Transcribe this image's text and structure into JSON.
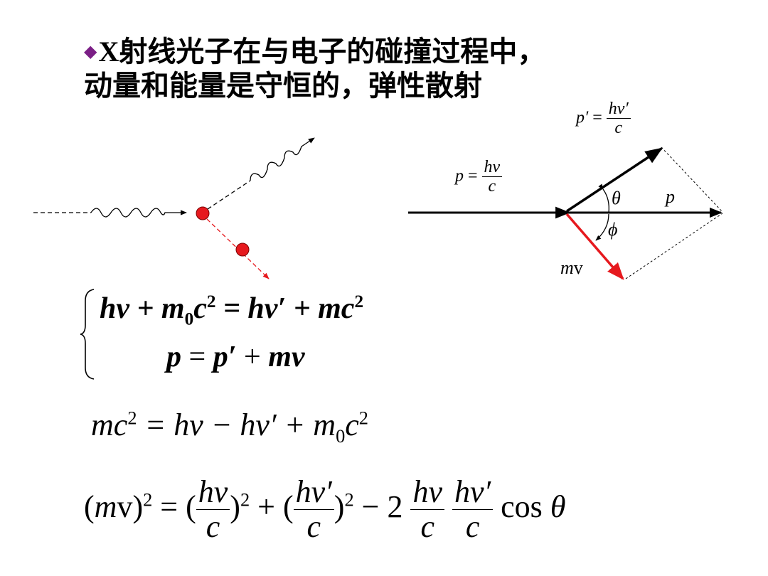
{
  "slide": {
    "title_line1_rest": "射线光子在与电子的碰撞过程中，",
    "title_line1_x": "X",
    "title_line2": "动量和能量是守恒的，弹性散射",
    "bullet": "◆"
  },
  "diagram": {
    "p_prime": "p′",
    "p_eq_hv": "p",
    "h_nu": "hν",
    "h_nu_prime": "hν′",
    "c": "c",
    "theta": "θ",
    "phi": "ϕ",
    "p": "p",
    "mv": "m",
    "mv_v": "v"
  },
  "equations": {
    "eq1_text": "hν + m",
    "eq1_sub": "0",
    "eq1_c": "c",
    "eq1_sq": "2",
    "eq1_rhs": " = hν′ + mc",
    "eq1_rhs_sq": "2",
    "eq2_p": "p",
    "eq2_mid": " = ",
    "eq2_pp": "p′",
    "eq2_plus": " + ",
    "eq2_mv": "mv",
    "eq3_lhs": "mc",
    "eq3_sq": "2",
    "eq3_mid": " = hν − hν′ + m",
    "eq3_sub": "0",
    "eq3_c": "c",
    "eq3_sq2": "2",
    "eq4_open": "(m",
    "eq4_v": "v)",
    "eq4_sq": "2",
    "eq4_eq": " = (",
    "eq4_num1": "hν",
    "eq4_den": "c",
    "eq4_close1": ")",
    "eq4_sq1": "2",
    "eq4_plus": " + (",
    "eq4_num2": "hν′",
    "eq4_close2": ")",
    "eq4_sq2": "2",
    "eq4_minus": " − 2",
    "eq4_cos": " cos",
    "eq4_theta": "θ"
  },
  "colors": {
    "bullet": "#7b1f86",
    "electron": "#e6191e",
    "electron_momentum": "#e6191e"
  }
}
